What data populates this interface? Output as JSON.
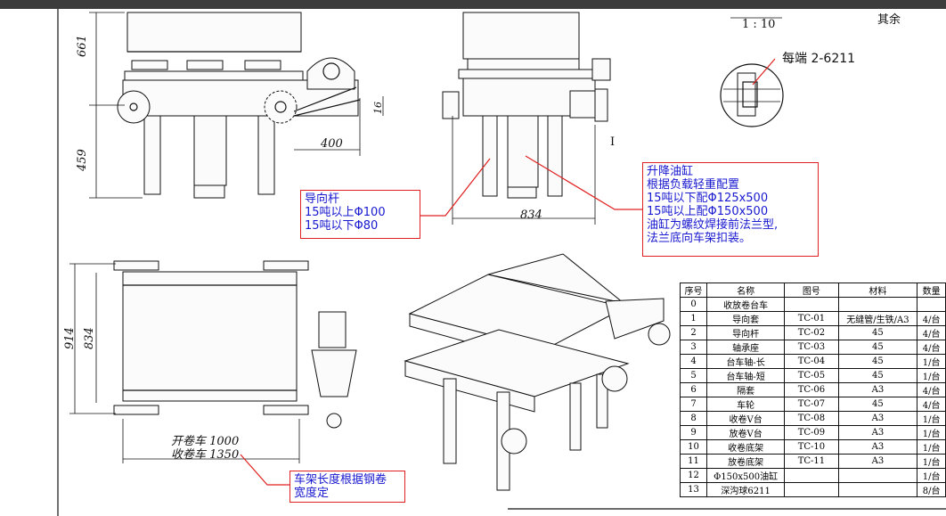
{
  "title_block": {
    "scale": "1 : 10",
    "remark": "其余",
    "detail_label": "每端 2-6211",
    "detail_mark": "I"
  },
  "dimensions": {
    "front_upper": "661",
    "front_lower": "459",
    "front_offset": "400",
    "front_small": "16",
    "side_width": "834",
    "top_outer": "914",
    "top_inner": "834",
    "top_len_1": "开卷车 1000",
    "top_len_2": "收卷车 1350"
  },
  "notes": {
    "guide_rod": [
      "导向杆",
      "15吨以上Φ100",
      "15吨以下Φ80"
    ],
    "cylinder": [
      "升降油缸",
      "根据负载轻重配置",
      "15吨以下配Φ125x500",
      "15吨以上配Φ150x500",
      "油缸为螺纹焊接前法兰型,",
      "法兰底向车架扣装。"
    ],
    "frame": [
      "车架长度根据钢卷",
      "宽度定"
    ]
  },
  "bom": {
    "headers": [
      "序号",
      "名称",
      "图号",
      "材料",
      "数量"
    ],
    "rows": [
      [
        "0",
        "收放卷台车",
        "",
        "",
        ""
      ],
      [
        "1",
        "导向套",
        "TC-01",
        "无缝管/生铁/A3",
        "4/台"
      ],
      [
        "2",
        "导向杆",
        "TC-02",
        "45",
        "4/台"
      ],
      [
        "3",
        "轴承座",
        "TC-03",
        "45",
        "4/台"
      ],
      [
        "4",
        "台车轴-长",
        "TC-04",
        "45",
        "1/台"
      ],
      [
        "5",
        "台车轴-短",
        "TC-05",
        "45",
        "1/台"
      ],
      [
        "6",
        "隔套",
        "TC-06",
        "A3",
        "4/台"
      ],
      [
        "7",
        "车轮",
        "TC-07",
        "45",
        "4/台"
      ],
      [
        "8",
        "收卷V台",
        "TC-08",
        "A3",
        "1/台"
      ],
      [
        "9",
        "放卷V台",
        "TC-09",
        "A3",
        "1/台"
      ],
      [
        "10",
        "收卷底架",
        "TC-10",
        "A3",
        "1/台"
      ],
      [
        "11",
        "放卷底架",
        "TC-11",
        "A3",
        "1/台"
      ],
      [
        "12",
        "Φ150x500油缸",
        "",
        "",
        "1/台"
      ],
      [
        "13",
        "深沟球6211",
        "",
        "",
        "8/台"
      ]
    ]
  }
}
